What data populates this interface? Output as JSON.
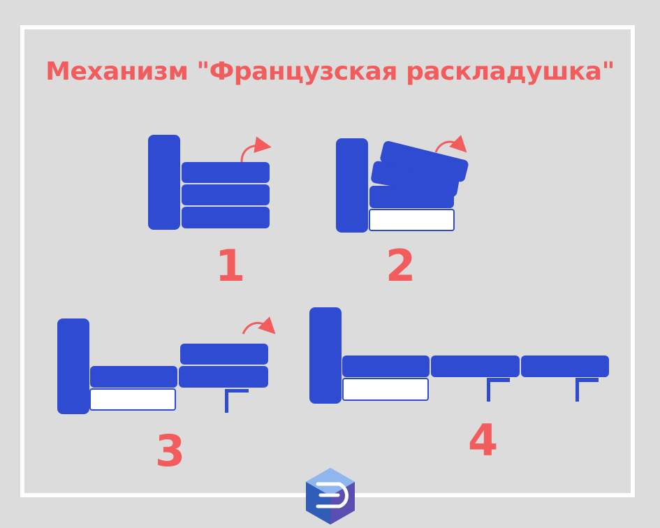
{
  "title": "Механизм \"Французская раскладушка\"",
  "steps": [
    {
      "number": "1"
    },
    {
      "number": "2"
    },
    {
      "number": "3"
    },
    {
      "number": "4"
    }
  ],
  "colors": {
    "background": "#dcdcdc",
    "frame": "#ffffff",
    "sofa": "#2e4bd1",
    "accent": "#f25c5c"
  },
  "icons": [
    "arrow-curved-icon",
    "logo-hexagon-icon"
  ]
}
